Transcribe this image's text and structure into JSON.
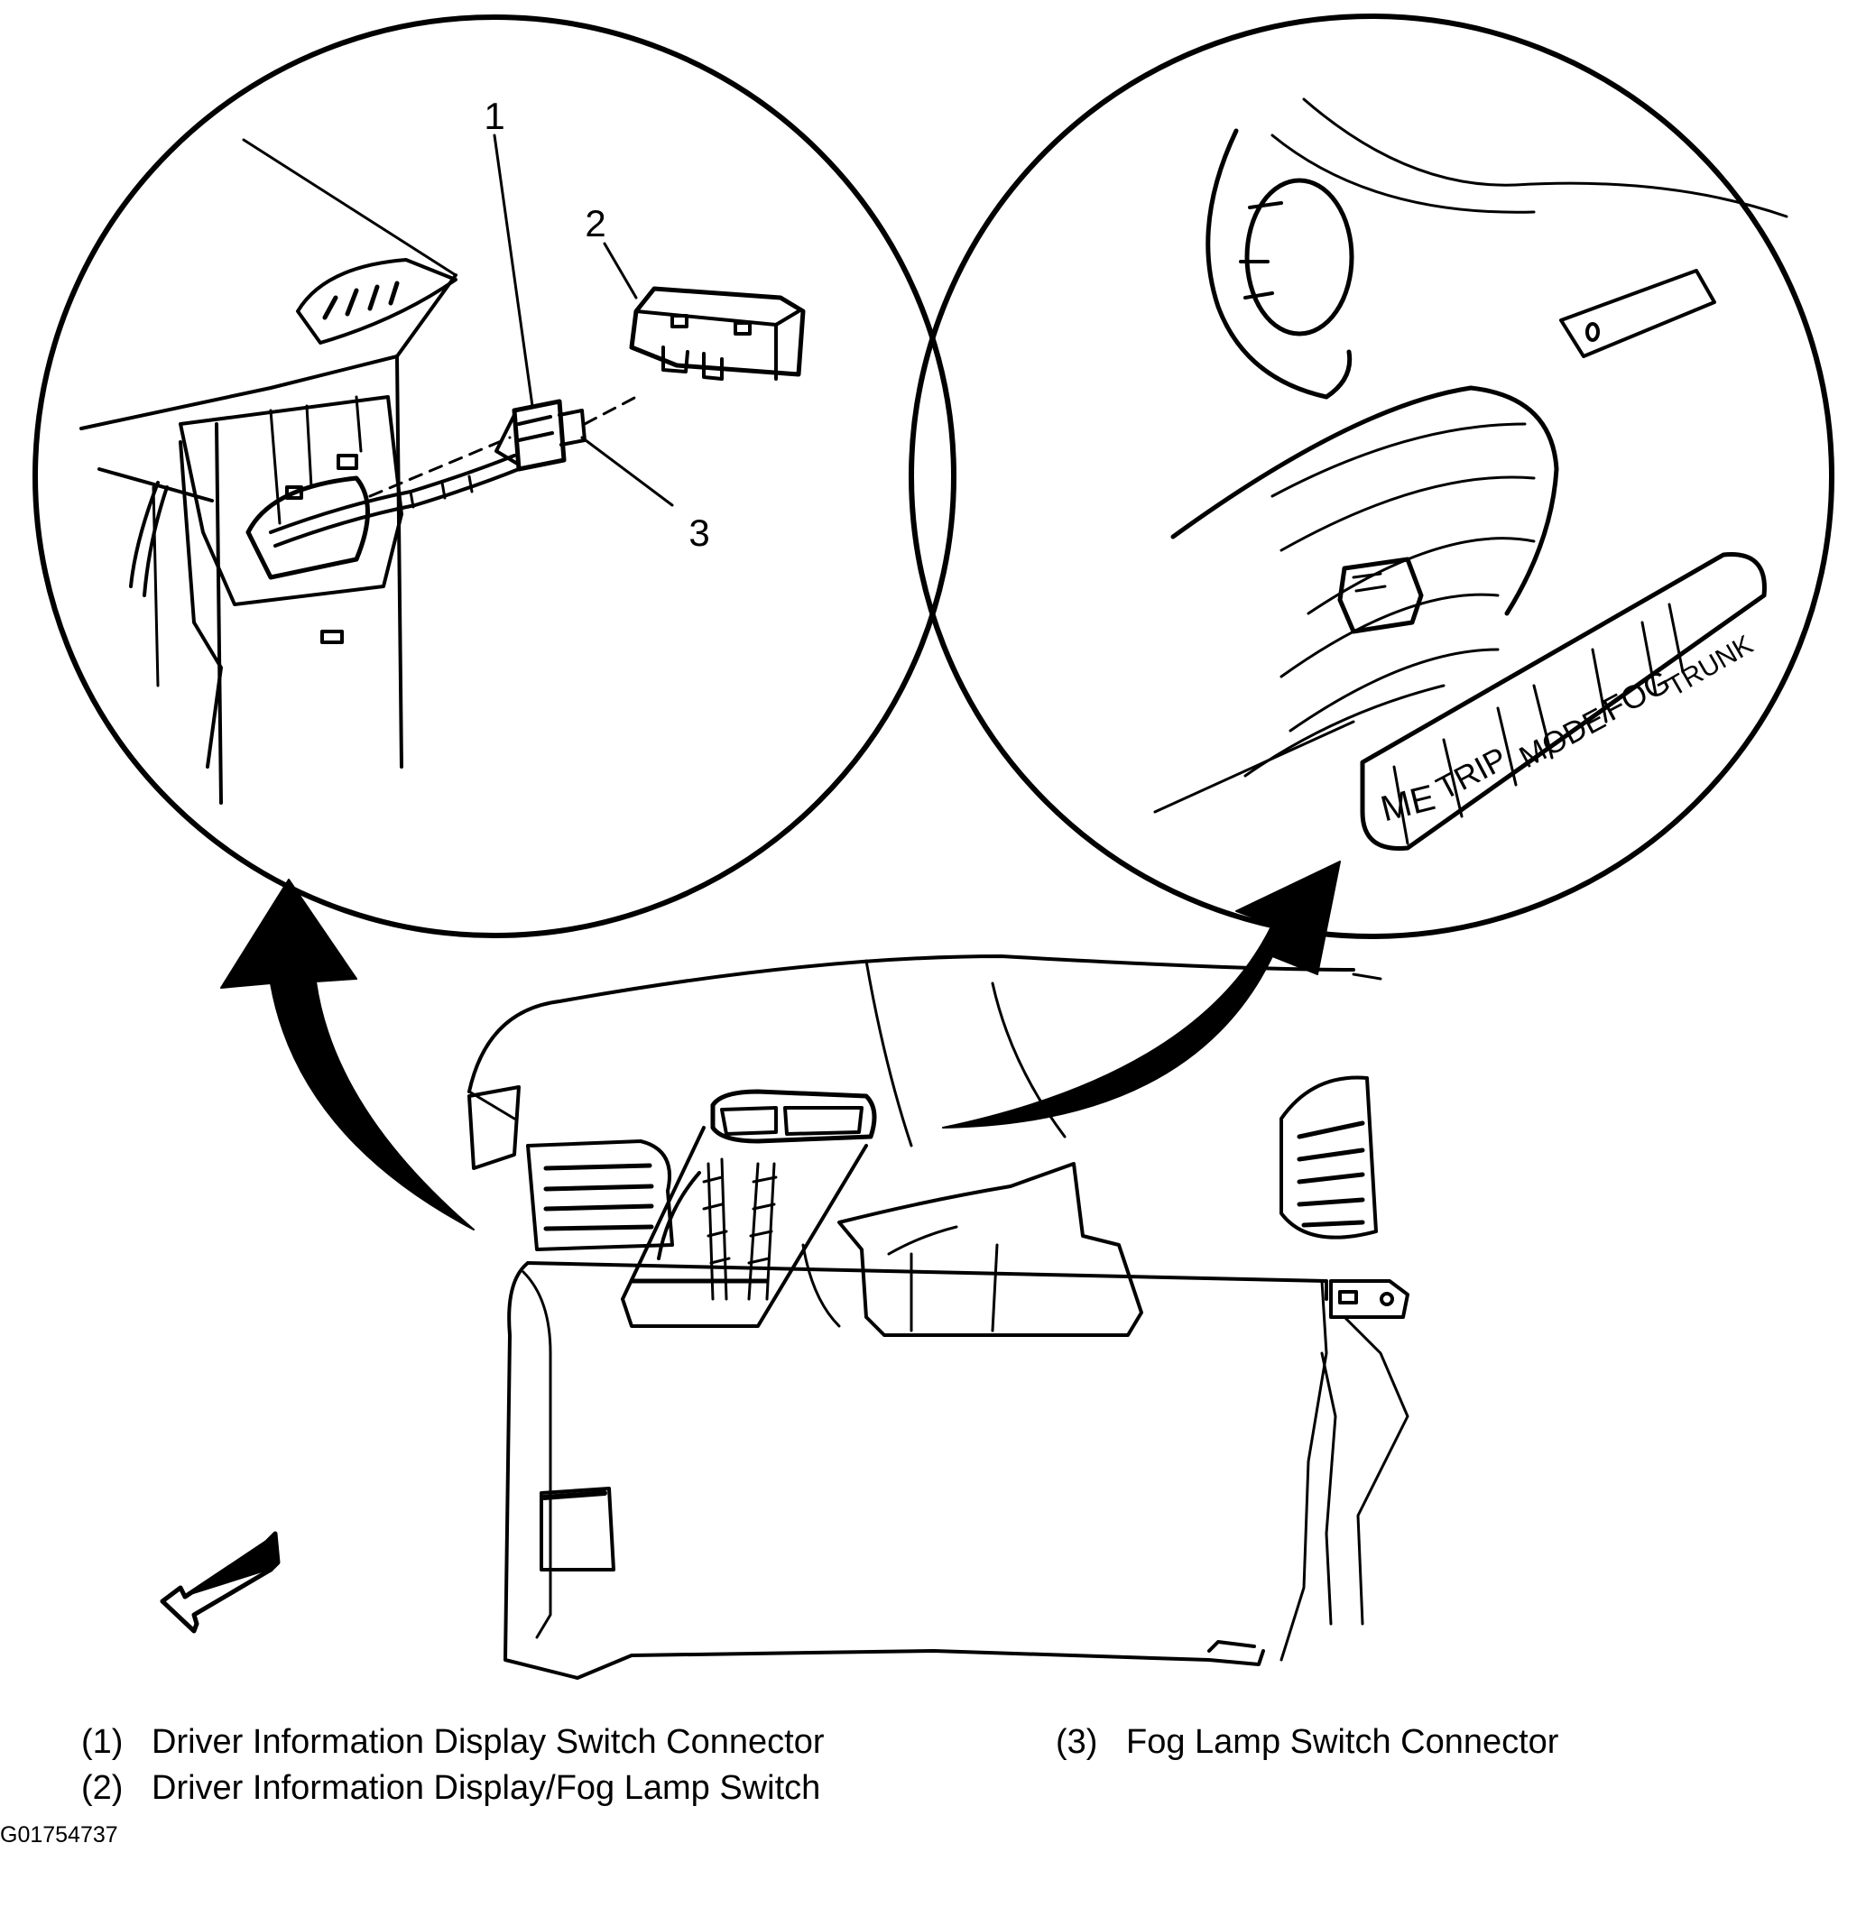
{
  "callouts": {
    "c1": "1",
    "c2": "2",
    "c3": "3"
  },
  "switch_labels": {
    "me": "ME",
    "trip": "TRIP",
    "mode": "MODE",
    "fog": "FOG",
    "trunk": "TRUNK"
  },
  "legend": [
    {
      "num": "(1)",
      "text": "Driver Information Display Switch Connector"
    },
    {
      "num": "(2)",
      "text": "Driver Information Display/Fog Lamp Switch"
    },
    {
      "num": "(3)",
      "text": "Fog Lamp Switch Connector"
    }
  ],
  "figure_id": "G01754737"
}
